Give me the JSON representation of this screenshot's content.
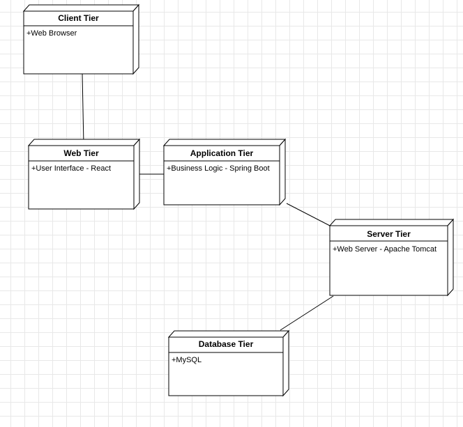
{
  "nodes": [
    {
      "id": "client",
      "title": "Client Tier",
      "attribute": "+Web Browser"
    },
    {
      "id": "web",
      "title": "Web Tier",
      "attribute": "+User Interface - React"
    },
    {
      "id": "application",
      "title": "Application Tier",
      "attribute": "+Business Logic - Spring Boot"
    },
    {
      "id": "server",
      "title": "Server Tier",
      "attribute": "+Web Server - Apache Tomcat"
    },
    {
      "id": "database",
      "title": "Database Tier",
      "attribute": "+MySQL"
    }
  ],
  "connections": [
    {
      "from": "client",
      "to": "web"
    },
    {
      "from": "web",
      "to": "application"
    },
    {
      "from": "application",
      "to": "server"
    },
    {
      "from": "server",
      "to": "database"
    }
  ]
}
